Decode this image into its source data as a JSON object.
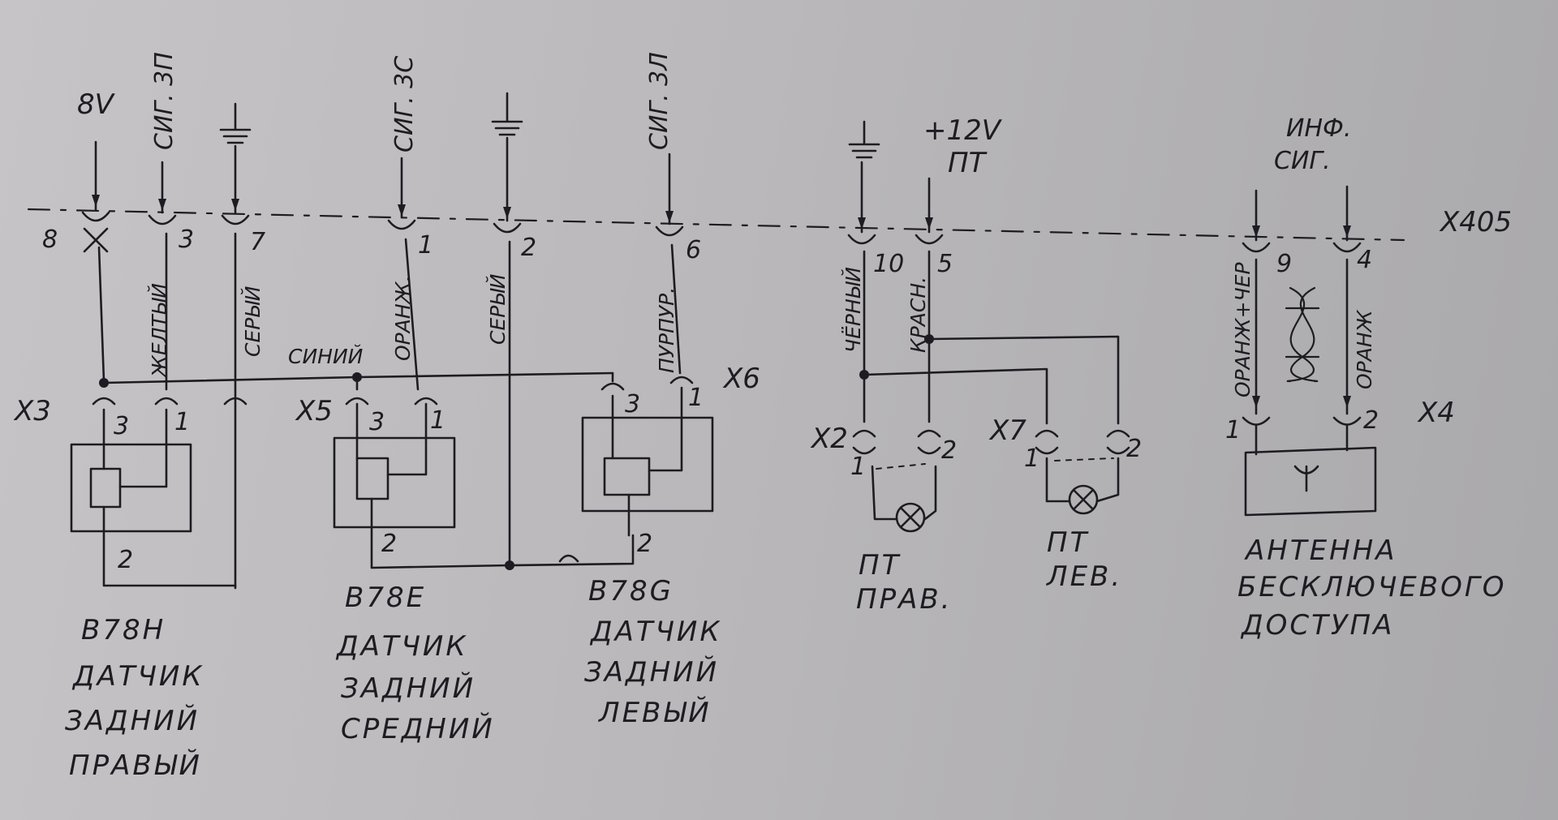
{
  "harness": {
    "label": "X405"
  },
  "supply": {
    "v8": "8V",
    "sig_3p_a": "СИГ. 3П",
    "sig_3s": "СИГ. 3С",
    "sig_3l": "СИГ. 3Л",
    "v12_line1": "+12V",
    "v12_line2": "ПТ",
    "inf_line1": "ИНФ.",
    "inf_line2": "СИГ."
  },
  "pins_x405": [
    "8",
    "3",
    "7",
    "1",
    "2",
    "6",
    "10",
    "5",
    "9",
    "4"
  ],
  "wires": {
    "zheltyi": "ЖЕЛТЫЙ",
    "seryi_1": "СЕРЫЙ",
    "oranzh": "ОРАНЖ.",
    "seryi_2": "СЕРЫЙ",
    "purpur": "ПУРПУР.",
    "sinii": "СИНИЙ",
    "chernyi": "ЧЁРНЫЙ",
    "krasn": "КРАСН.",
    "oranzh_cher": "ОРАНЖ+ЧЕР",
    "oranzh_2": "ОРАНЖ"
  },
  "connectors": {
    "x3": "X3",
    "x5": "X5",
    "x6": "X6",
    "x2": "X2",
    "x7": "X7",
    "x4": "X4"
  },
  "connector_pins": {
    "x3_3": "3",
    "x3_1": "1",
    "x3_2": "2",
    "x5_3": "3",
    "x5_1": "1",
    "x5_2": "2",
    "x6_3": "3",
    "x6_1": "1",
    "x6_2": "2",
    "x2_1": "1",
    "x2_2": "2",
    "x7_1": "1",
    "x7_2": "2",
    "x4_1": "1",
    "x4_2": "2"
  },
  "components": {
    "right_sensor": {
      "code": "B78H",
      "l1": "ДАТЧИК",
      "l2": "ЗАДНИЙ",
      "l3": "ПРАВЫЙ"
    },
    "mid_sensor": {
      "code": "B78E",
      "l1": "ДАТЧИК",
      "l2": "ЗАДНИЙ",
      "l3": "СРЕДНИЙ"
    },
    "left_sensor": {
      "code": "B78G",
      "l1": "ДАТЧИК",
      "l2": "ЗАДНИЙ",
      "l3": "ЛЕВЫЙ"
    },
    "lamp_right": {
      "l1": "ПТ",
      "l2": "ПРАВ."
    },
    "lamp_left": {
      "l1": "ПТ",
      "l2": "ЛЕВ."
    },
    "antenna": {
      "l1": "АНТЕННА",
      "l2": "БЕСКЛЮЧЕВОГО",
      "l3": "ДОСТУПА"
    }
  },
  "colors": {
    "ink": "#1d1c22",
    "paper": "#c2c0c2"
  }
}
